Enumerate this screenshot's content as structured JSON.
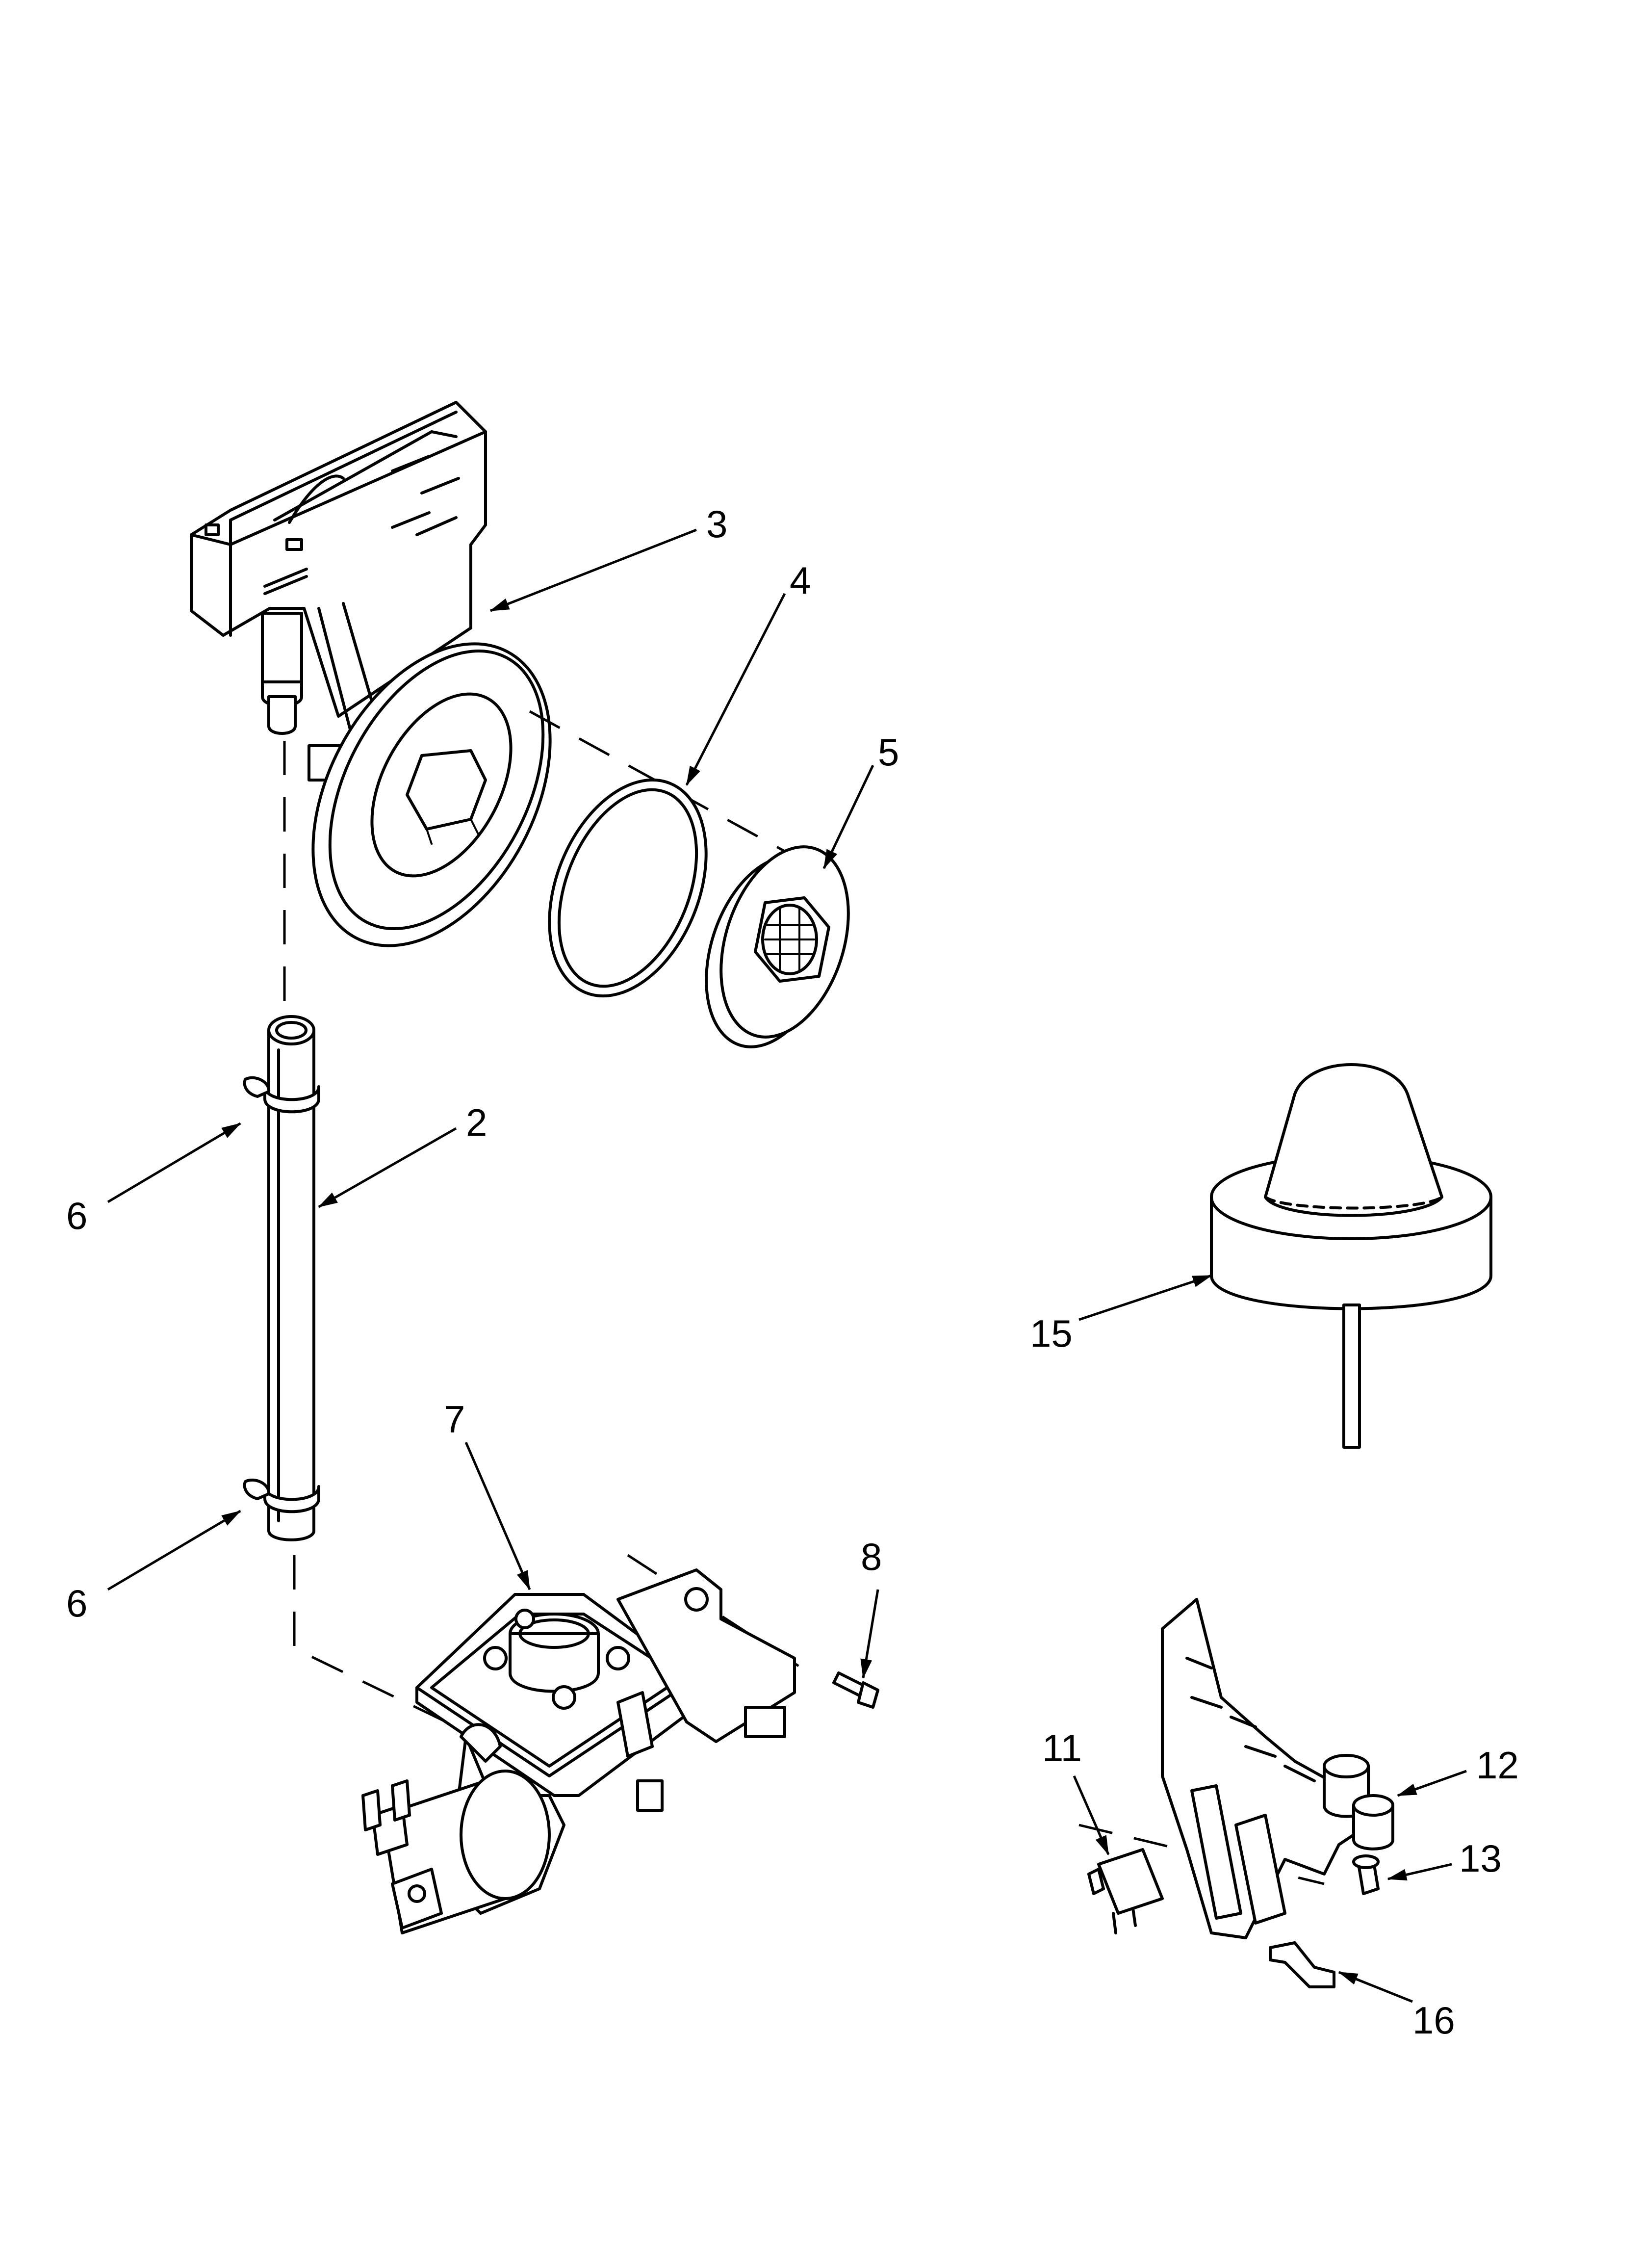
{
  "diagram": {
    "callouts": [
      {
        "id": "c3",
        "label": "3"
      },
      {
        "id": "c4",
        "label": "4"
      },
      {
        "id": "c5",
        "label": "5"
      },
      {
        "id": "c2",
        "label": "2"
      },
      {
        "id": "c6a",
        "label": "6"
      },
      {
        "id": "c6b",
        "label": "6"
      },
      {
        "id": "c15",
        "label": "15"
      },
      {
        "id": "c7",
        "label": "7"
      },
      {
        "id": "c8",
        "label": "8"
      },
      {
        "id": "c11",
        "label": "11"
      },
      {
        "id": "c12",
        "label": "12"
      },
      {
        "id": "c13",
        "label": "13"
      },
      {
        "id": "c16",
        "label": "16"
      }
    ]
  }
}
